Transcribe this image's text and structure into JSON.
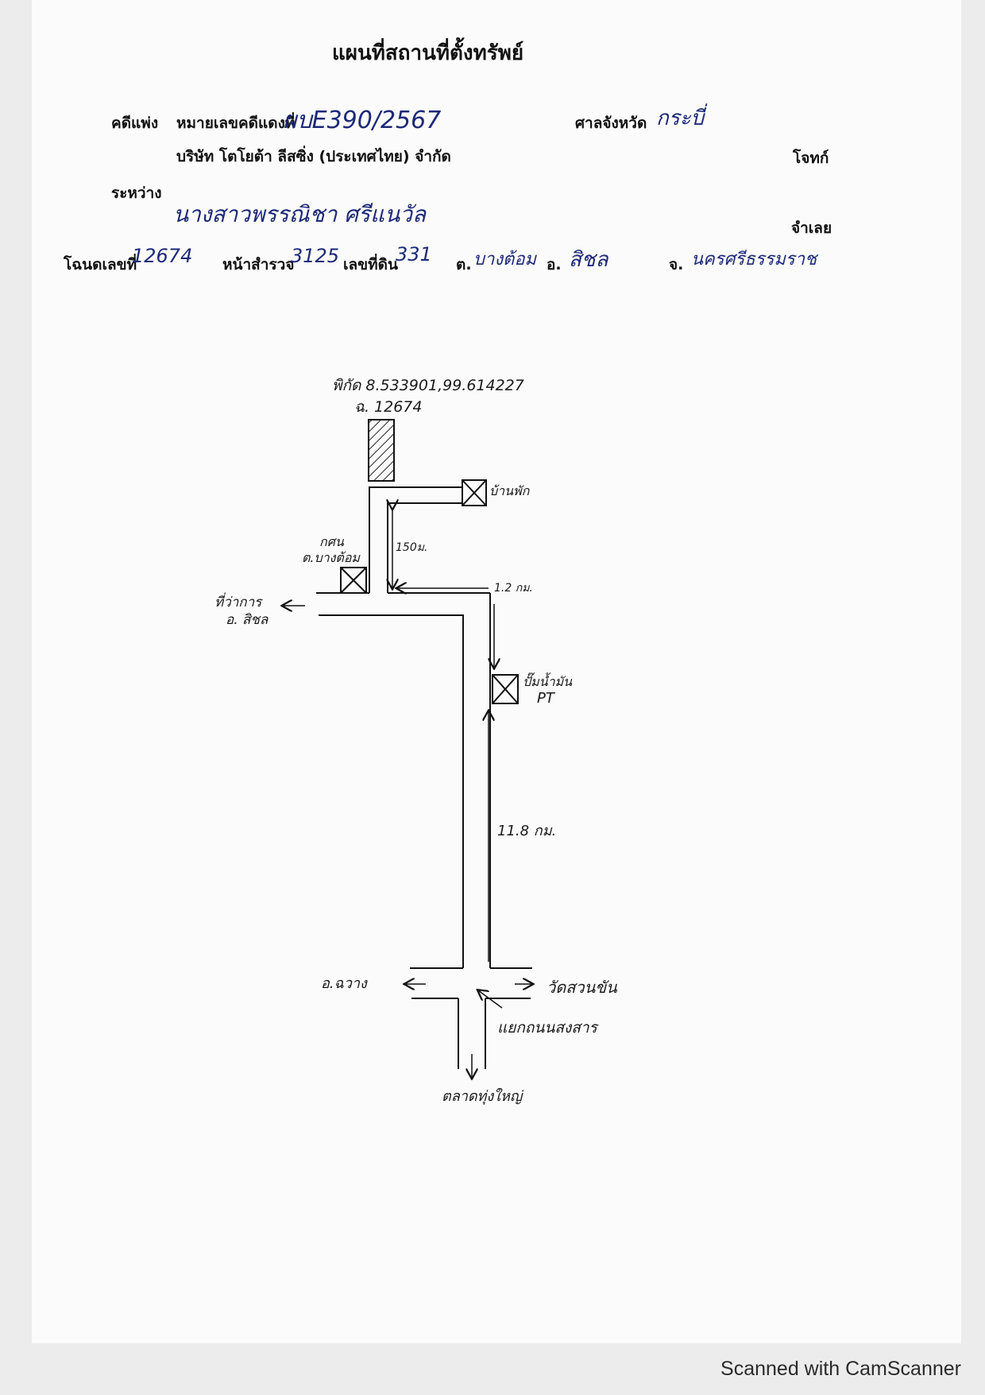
{
  "document": {
    "title": "แผนที่สถานที่ตั้งทรัพย์",
    "case_type_label": "คดีแพ่ง",
    "red_case_label": "หมายเลขคดีแดงที่",
    "red_case_number": "ผบE390/2567",
    "court_label": "ศาลจังหวัด",
    "court_province": "กระบี่",
    "plaintiff_name": "บริษัท โตโยต้า ลีสซิ่ง (ประเทศไทย) จำกัด",
    "plaintiff_label": "โจทก์",
    "between_label": "ระหว่าง",
    "defendant_name": "นางสาวพรรณิชา ศรีแนวัล",
    "defendant_label": "จำเลย",
    "deed_label": "โฉนดเลขที่",
    "deed_number": "12674",
    "survey_page_label": "หน้าสำรวจ",
    "survey_page": "3125",
    "land_no_label": "เลขที่ดิน",
    "land_no": "331",
    "subdistrict_label": "ต.",
    "subdistrict": "บางต้อม",
    "district_label": "อ.",
    "district": "สิชล",
    "province_label": "จ.",
    "province": "นครศรีธรรมราช"
  },
  "map": {
    "coordinates": "พิกัด 8.533901,99.614227",
    "parcel_label": "ฉ. 12674",
    "house_label": "บ้านพัก",
    "office_label_1": "กศน",
    "office_label_2": "ต.บางต้อม",
    "left_dir_1": "ที่ว่าการ",
    "left_dir_2": "อ. สิชล",
    "dist_150": "150ม.",
    "dist_1_2": "1.2 กม.",
    "gas_label": "ปั๊มน้ำมัน",
    "gas_code": "PT",
    "dist_11_8": "11.8 กม.",
    "dest_left": "อ.ฉวาง",
    "dest_right": "วัดสวนขัน",
    "junction_label": "แยกถนนสงสาร",
    "dest_bottom": "ตลาดทุ่งใหญ่"
  },
  "footer": {
    "scanner": "Scanned with CamScanner"
  }
}
